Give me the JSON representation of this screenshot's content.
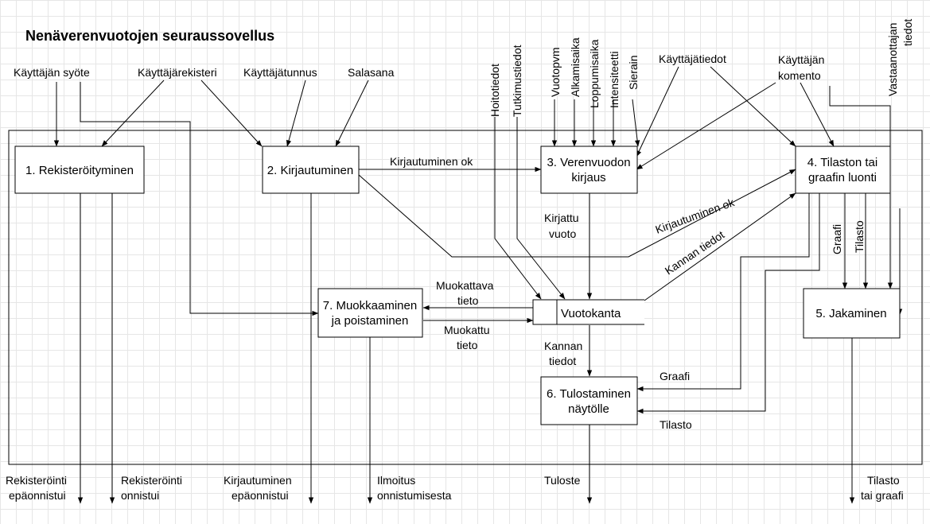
{
  "title": "Nenäverenvuotojen seuraussovellus",
  "processes": {
    "p1": [
      "1. Rekisteröityminen"
    ],
    "p2": [
      "2. Kirjautuminen"
    ],
    "p3": [
      "3. Verenvuodon",
      "kirjaus"
    ],
    "p4": [
      "4. Tilaston tai",
      "graafin luonti"
    ],
    "p5": [
      "5. Jakaminen"
    ],
    "p6": [
      "6. Tulostaminen",
      "näytölle"
    ],
    "p7": [
      "7. Muokkaaminen",
      "ja poistaminen"
    ]
  },
  "datastore": "Vuotokanta",
  "inputs": {
    "kayttajan_syote": "Käyttäjän syöte",
    "kayttajarekisteri": "Käyttäjärekisteri",
    "kayttajatunnus": "Käyttäjätunnus",
    "salasana": "Salasana",
    "hoitotiedot": "Hoitotiedot",
    "tutkimustiedot": "Tutkimustiedot",
    "vuotopvm": "Vuotopvm",
    "alkamisaika": "Alkamisaika",
    "loppumisaika": "Loppumisaika",
    "intensiteetti": "Intensiteetti",
    "sierain": "Sierain",
    "kayttajatiedot": "Käyttäjätiedot",
    "kayttajan_komento": [
      "Käyttäjän",
      "komento"
    ],
    "vastaanottajan_tiedot": [
      "Vastaanottajan",
      "tiedot"
    ]
  },
  "flows": {
    "kirjautuminen_ok_1": "Kirjautuminen ok",
    "kirjautuminen_ok_2": "Kirjautuminen ok",
    "kirjattu_vuoto": [
      "Kirjattu",
      "vuoto"
    ],
    "kannan_tiedot_diag": "Kannan tiedot",
    "kannan_tiedot": [
      "Kannan",
      "tiedot"
    ],
    "muokattava_tieto": [
      "Muokattava",
      "tieto"
    ],
    "muokattu_tieto": [
      "Muokattu",
      "tieto"
    ],
    "graafi_vertical": "Graafi",
    "tilasto_vertical": "Tilasto",
    "graafi": "Graafi",
    "tilasto": "Tilasto"
  },
  "outputs": {
    "rekisterointi_epaonnistui": [
      "Rekisteröinti",
      "epäonnistui"
    ],
    "rekisterointi_onnistui": [
      "Rekisteröinti",
      "onnistui"
    ],
    "kirjautuminen_epaonnistui": [
      "Kirjautuminen",
      "epäonnistui"
    ],
    "ilmoitus": [
      "Ilmoitus",
      "onnistumisesta"
    ],
    "tuloste": "Tuloste",
    "tilasto_tai_graafi": [
      "Tilasto",
      "tai graafi"
    ]
  }
}
